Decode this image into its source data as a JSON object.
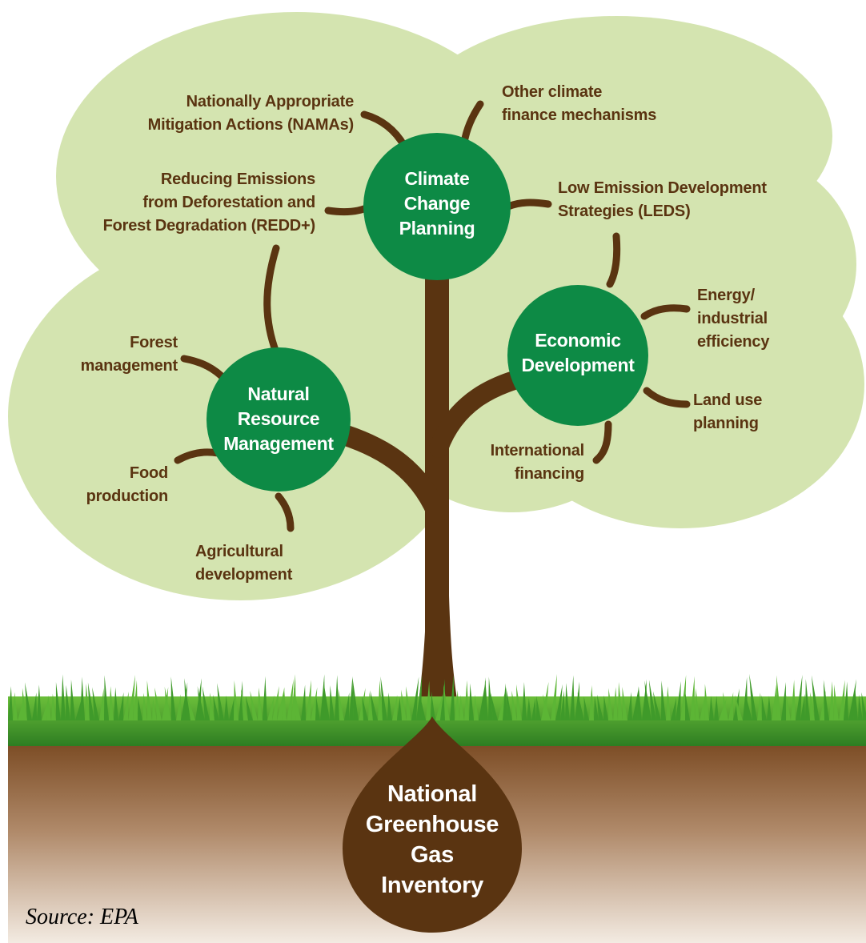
{
  "colors": {
    "canopy": "#d4e4b0",
    "hub": "#0d8a45",
    "trunk": "#5a3411",
    "label_text": "#5a3411",
    "grass": "#3f9a2a",
    "soil_top": "#7a4a22",
    "soil_bottom": "#efe4d8"
  },
  "root": {
    "label": "National\nGreenhouse\nGas\nInventory"
  },
  "hubs": {
    "climate": {
      "label": "Climate\nChange\nPlanning"
    },
    "economic": {
      "label": "Economic\nDevelopment"
    },
    "natural": {
      "label": "Natural\nResource\nManagement"
    }
  },
  "branches": {
    "namas": "Nationally Appropriate\nMitigation Actions (NAMAs)",
    "other_finance": "Other climate\nfinance mechanisms",
    "redd": "Reducing Emissions\nfrom Deforestation and\nForest Degradation (REDD+)",
    "leds": "Low Emission Development\nStrategies (LEDS)",
    "energy": "Energy/\nindustrial\nefficiency",
    "land_use": "Land use\nplanning",
    "intl_financing": "International\nfinancing",
    "forest": "Forest\nmanagement",
    "food": "Food\nproduction",
    "agri": "Agricultural\ndevelopment"
  },
  "source": "Source: EPA"
}
